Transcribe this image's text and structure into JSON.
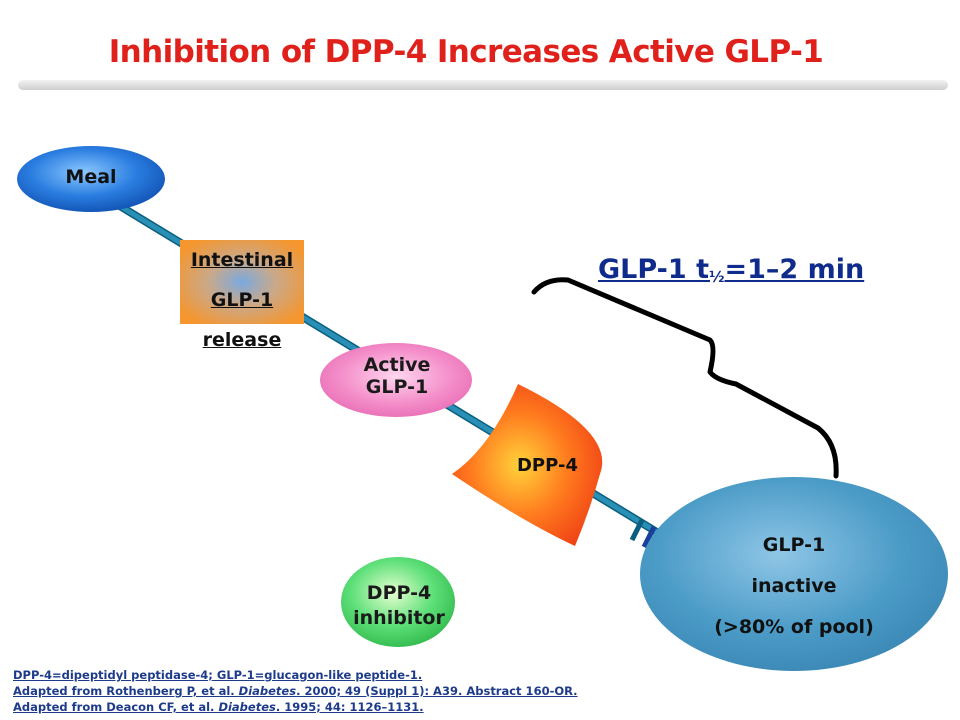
{
  "title": "Inhibition of DPP-4 Increases Active GLP-1",
  "nodes": {
    "meal": "Meal",
    "intestinal": [
      "Intestinal",
      "GLP-1",
      "release"
    ],
    "active": [
      "Active",
      "GLP-1"
    ],
    "dpp4": "DPP-4",
    "inhibitor": [
      "DPP-4",
      "inhibitor"
    ],
    "inactive": [
      "GLP-1",
      "inactive",
      "(>80% of pool)"
    ]
  },
  "half_life": {
    "prefix": "GLP-1 t",
    "sub": "½",
    "suffix": "=1–2 min"
  },
  "footnotes": {
    "line1": "DPP-4=dipeptidyl peptidase-4; GLP-1=glucagon-like peptide-1.",
    "line2_pre": "Adapted from Rothenberg P, et al. ",
    "line2_journal": "Diabetes",
    "line2_post": ". 2000; 49 (Suppl 1): A39. Abstract 160-OR.",
    "line3_pre": "Adapted from Deacon CF, et al. ",
    "line3_journal": "Diabetes",
    "line3_post": ". 1995; 44: 1126–1131."
  },
  "colors": {
    "title": "#e0201b",
    "pathway": "#1e7fa3",
    "meal": "#1f6fd0",
    "intestinal_box": "#f29a3c",
    "active": "#f07fc0",
    "dpp4": "#f2501c",
    "inhibitor": "#3fcf5a",
    "inactive": "#4b9cc8",
    "half_life_text": "#0f2b8c",
    "footnote_text": "#1d3b8a"
  }
}
